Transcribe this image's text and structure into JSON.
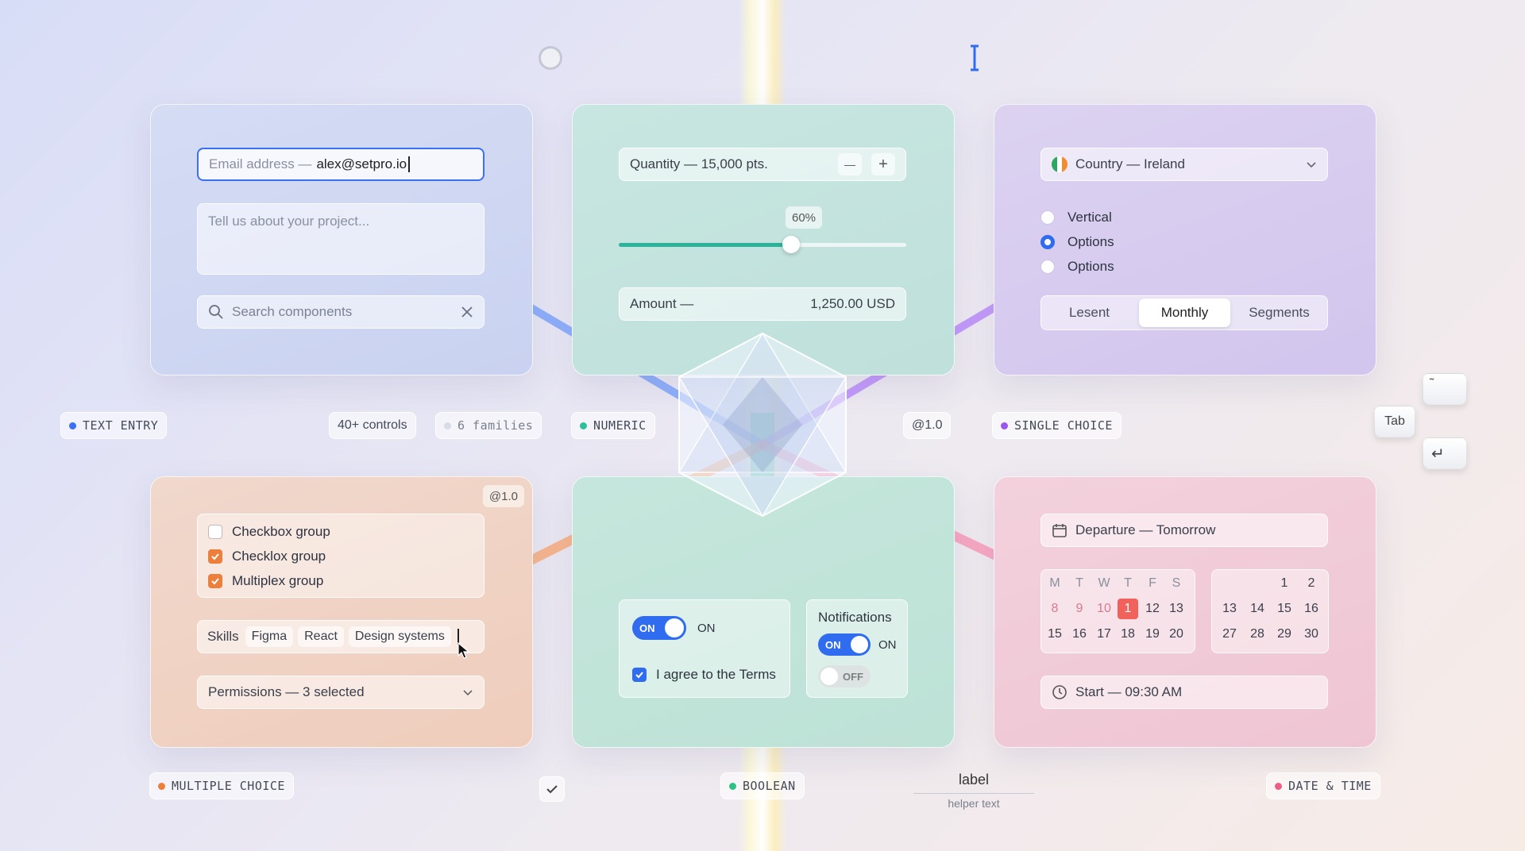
{
  "text_entry": {
    "email_label": "Email address —",
    "email_value": "alex@setpro.io",
    "project_placeholder": "Tell us about your project...",
    "search_placeholder": "Search components"
  },
  "numeric": {
    "quantity_label": "Quantity — 15,000 pts.",
    "minus": "—",
    "plus": "+",
    "slider_value_label": "60%",
    "slider_value": 0.6,
    "amount_label": "Amount —",
    "amount_value": "1,250.00 USD"
  },
  "single_choice": {
    "country_label": "Country — Ireland",
    "radios": [
      {
        "label": "Vertical",
        "checked": false
      },
      {
        "label": "Options",
        "checked": true
      },
      {
        "label": "Options",
        "checked": false
      }
    ],
    "segments": [
      "Lesent",
      "Monthly",
      "Segments"
    ],
    "selected_segment": "Monthly"
  },
  "multiple_choice": {
    "version_badge": "@1.0",
    "checkboxes": [
      {
        "label": "Checkbox group",
        "checked": false
      },
      {
        "label": "Checklox group",
        "checked": true
      },
      {
        "label": "Multiplex group",
        "checked": true
      }
    ],
    "skills_label": "Skills",
    "skills": [
      "Figma",
      "React",
      "Design systems"
    ],
    "permissions": "Permissions — 3 selected"
  },
  "boolean": {
    "toggle1_on": "ON",
    "toggle1_label": "ON",
    "terms_label": "I agree to the Terms",
    "notifications_title": "Notifications",
    "toggle2_on": "ON",
    "toggle2_label": "ON",
    "toggle3_off": "OFF"
  },
  "date_time": {
    "departure": "Departure — Tomorrow",
    "weekdays": [
      "M",
      "T",
      "W",
      "T",
      "F",
      "S"
    ],
    "cal1_row1": [
      "8",
      "9",
      "10",
      "1",
      "12",
      "13"
    ],
    "cal1_row2": [
      "15",
      "16",
      "17",
      "18",
      "19",
      "20"
    ],
    "cal2_row0": [
      "1",
      "2"
    ],
    "cal2_row1": [
      "13",
      "14",
      "15",
      "16"
    ],
    "cal2_row2": [
      "27",
      "28",
      "29",
      "30"
    ],
    "start": "Start — 09:30 AM"
  },
  "section_tags": {
    "text_entry": "TEXT ENTRY",
    "numeric": "NUMERIC",
    "single_choice": "SINGLE CHOICE",
    "multiple_choice": "MULTIPLE CHOICE",
    "boolean": "BOOLEAN",
    "date_time": "DATE & TIME"
  },
  "chips": {
    "controls": "40+ controls",
    "families": "6 families",
    "version": "@1.0"
  },
  "keys": {
    "tab": "Tab",
    "tilde": "˜",
    "enter": "↵"
  },
  "floating_field": {
    "label": "label",
    "helper": "helper text"
  },
  "colors": {
    "text_entry": "#3b6ff5",
    "numeric": "#2dbf98",
    "single_choice": "#9b55f0",
    "multiple_choice": "#ec7f3c",
    "boolean": "#2fc184",
    "date_time": "#ee5d86",
    "accent_blue": "#2f6cf0"
  }
}
